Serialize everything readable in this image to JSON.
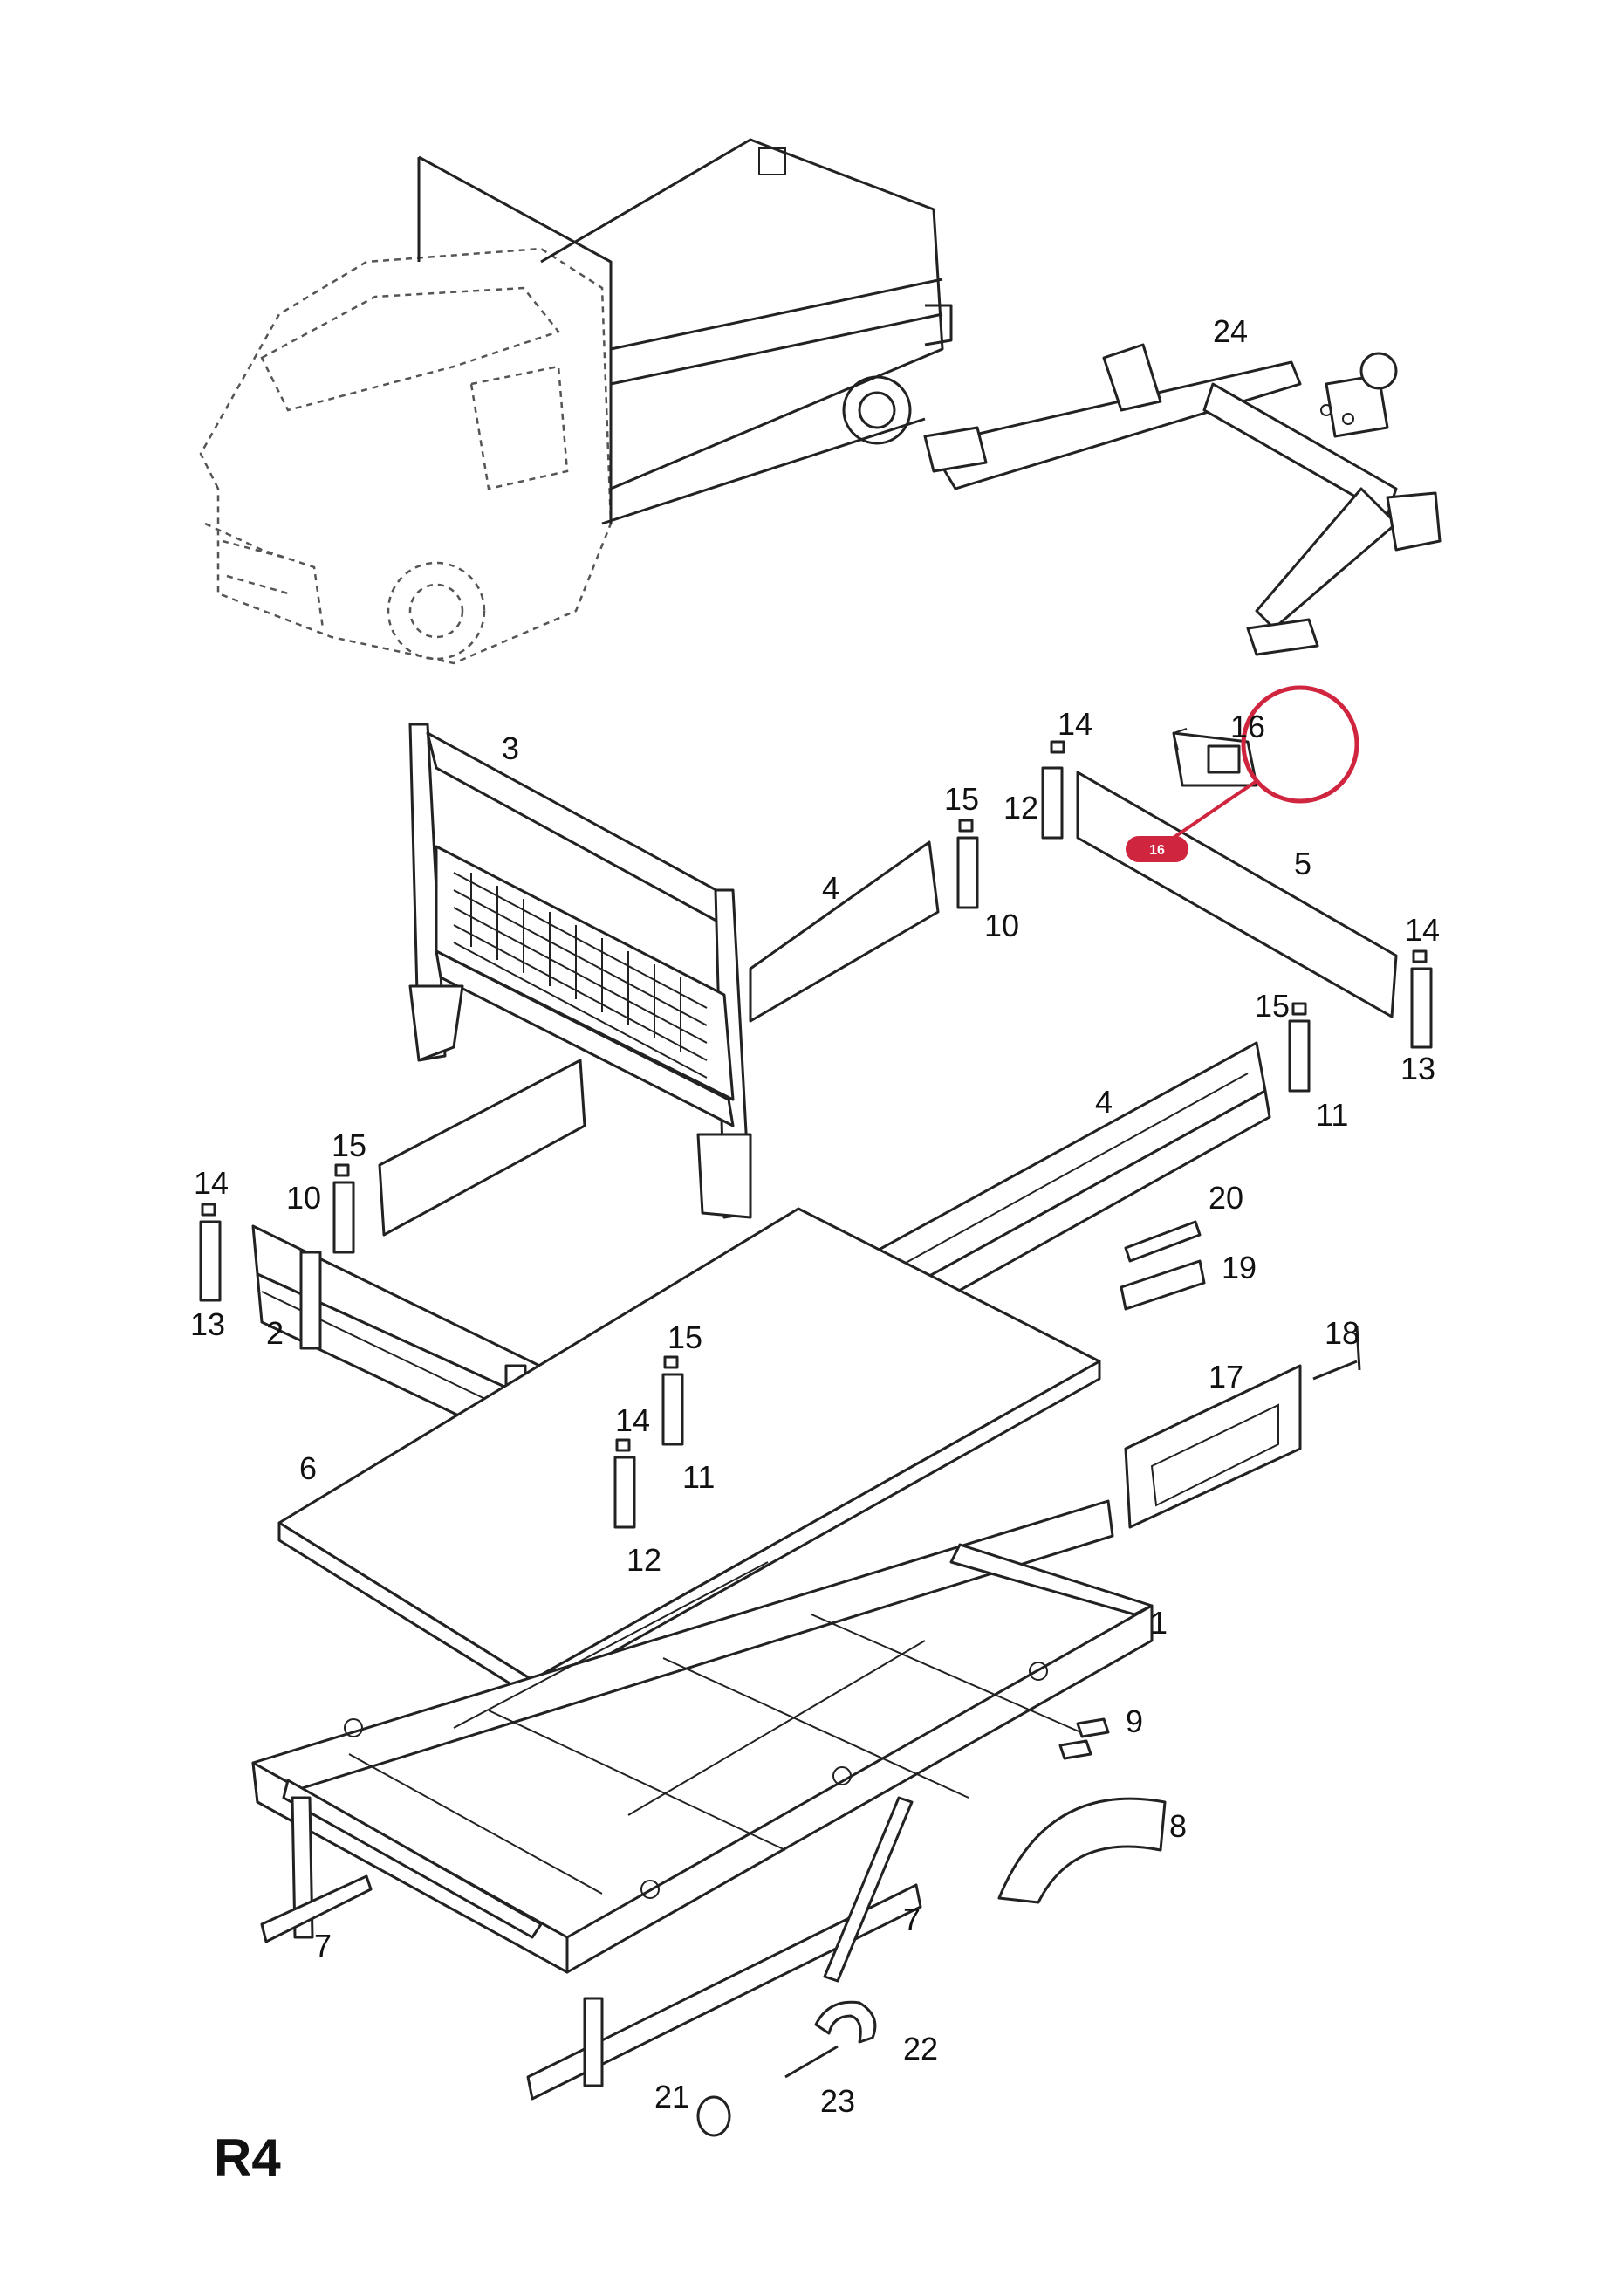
{
  "page_code": "R4",
  "callouts": [
    {
      "id": "1",
      "text": "1"
    },
    {
      "id": "2",
      "text": "2"
    },
    {
      "id": "3",
      "text": "3"
    },
    {
      "id": "4a",
      "text": "4"
    },
    {
      "id": "4b",
      "text": "4"
    },
    {
      "id": "5",
      "text": "5"
    },
    {
      "id": "6",
      "text": "6"
    },
    {
      "id": "7a",
      "text": "7"
    },
    {
      "id": "7b",
      "text": "7"
    },
    {
      "id": "8",
      "text": "8"
    },
    {
      "id": "9",
      "text": "9"
    },
    {
      "id": "10a",
      "text": "10"
    },
    {
      "id": "10b",
      "text": "10"
    },
    {
      "id": "11a",
      "text": "11"
    },
    {
      "id": "11b",
      "text": "11"
    },
    {
      "id": "12a",
      "text": "12"
    },
    {
      "id": "12b",
      "text": "12"
    },
    {
      "id": "13a",
      "text": "13"
    },
    {
      "id": "13b",
      "text": "13"
    },
    {
      "id": "14a",
      "text": "14"
    },
    {
      "id": "14b",
      "text": "14"
    },
    {
      "id": "14c",
      "text": "14"
    },
    {
      "id": "14d",
      "text": "14"
    },
    {
      "id": "15a",
      "text": "15"
    },
    {
      "id": "15b",
      "text": "15"
    },
    {
      "id": "15c",
      "text": "15"
    },
    {
      "id": "15d",
      "text": "15"
    },
    {
      "id": "16",
      "text": "16"
    },
    {
      "id": "17",
      "text": "17"
    },
    {
      "id": "18",
      "text": "18"
    },
    {
      "id": "19",
      "text": "19"
    },
    {
      "id": "20",
      "text": "20"
    },
    {
      "id": "21",
      "text": "21"
    },
    {
      "id": "22",
      "text": "22"
    },
    {
      "id": "23",
      "text": "23"
    },
    {
      "id": "24",
      "text": "24"
    }
  ],
  "highlight": {
    "label": "16",
    "color": "#d0253f"
  }
}
